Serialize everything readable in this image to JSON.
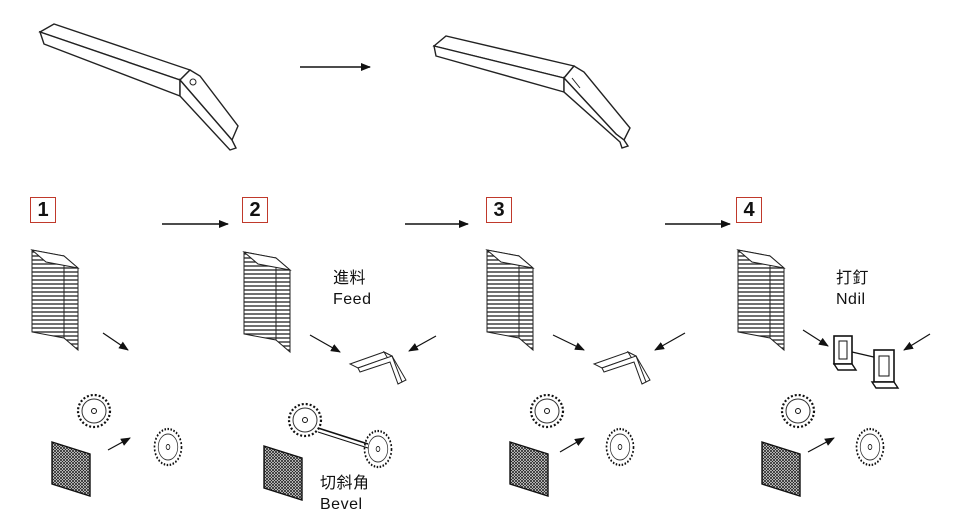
{
  "steps": [
    {
      "number": "1"
    },
    {
      "number": "2"
    },
    {
      "number": "3"
    },
    {
      "number": "4"
    }
  ],
  "captions": {
    "feed_zh": "進料",
    "feed_en": "Feed",
    "bevel_zh": "切斜角",
    "bevel_en": "Bevel",
    "nail_zh": "打釘",
    "nail_en": "Ndil"
  }
}
